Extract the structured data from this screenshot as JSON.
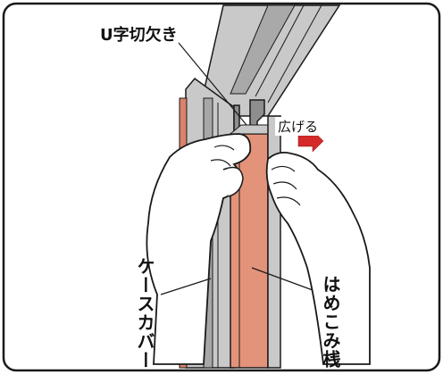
{
  "labels": {
    "u_notch": "U字切欠き",
    "expand": "広げる",
    "case_cover": "ケースカバー",
    "bead": "はめこみ桟"
  },
  "colors": {
    "frame_border": "#1a1a1a",
    "rail_gray": "#c9c9c9",
    "rail_dark": "#8e8e8e",
    "bead_fill": "#e3937a",
    "case_edge": "#d9826c",
    "arrow_red": "#d42a2a"
  }
}
